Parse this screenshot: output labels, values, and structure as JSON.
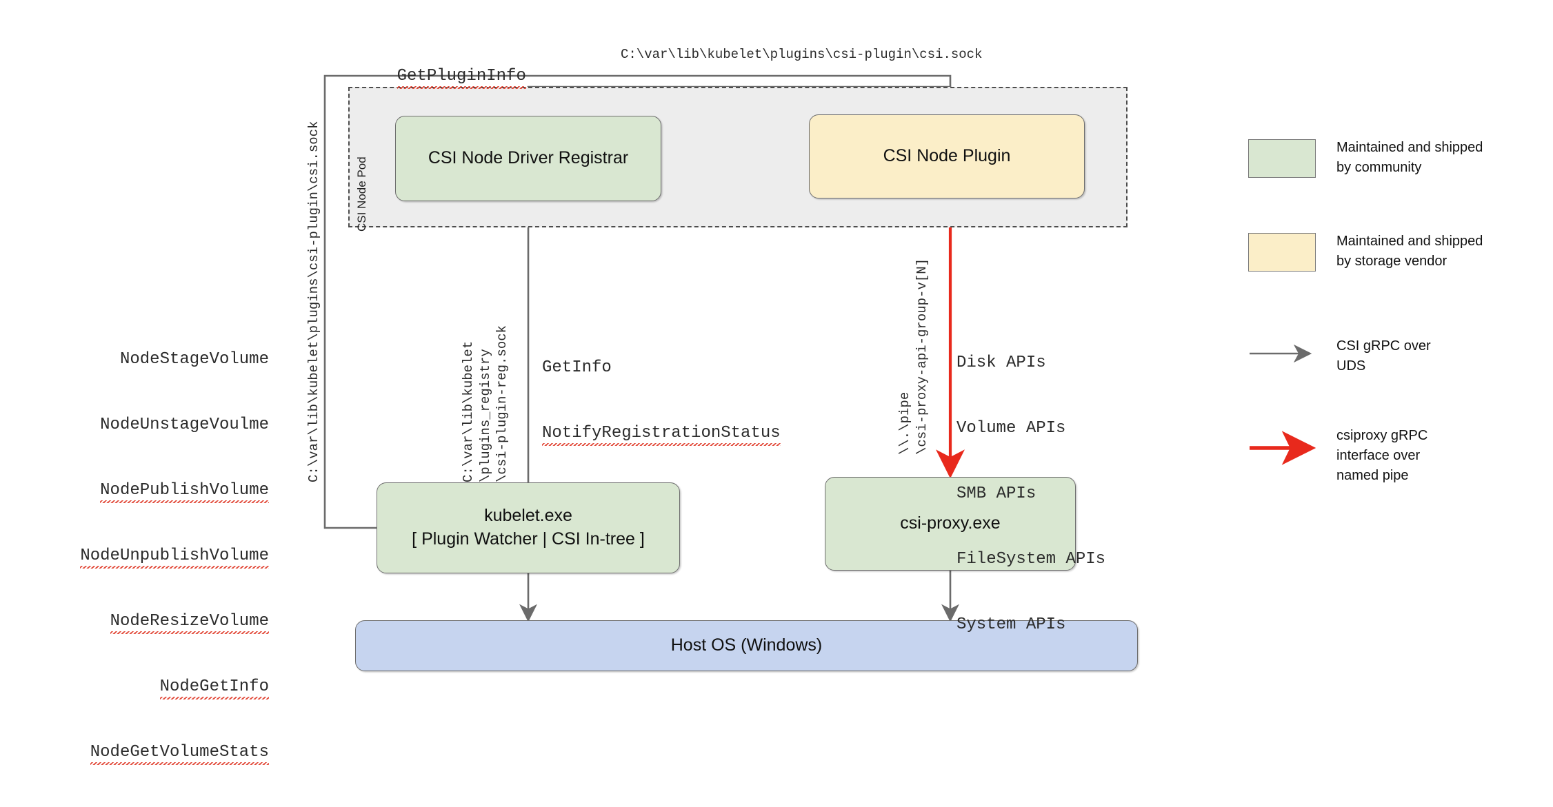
{
  "diagram": {
    "title_labels": {
      "get_plugin_info": "GetPluginInfo",
      "csi_sock_path_top": "C:\\var\\lib\\kubelet\\plugins\\csi-plugin\\csi.sock",
      "registrar_calls": "GetInfo\nNotifyRegistrationStatus",
      "get_info": "GetInfo",
      "notify_registration_status": "NotifyRegistrationStatus"
    },
    "pod": {
      "label": "CSI Node Pod"
    },
    "nodes": {
      "registrar": "CSI Node Driver Registrar",
      "node_plugin": "CSI Node Plugin",
      "kubelet_line1": "kubelet.exe",
      "kubelet_line2": "[ Plugin Watcher | CSI In-tree ]",
      "csi_proxy": "csi-proxy.exe",
      "host_os": "Host OS (Windows)"
    },
    "vertical_labels": {
      "csi_sock": "C:\\var\\lib\\kubelet\\plugins\\csi-plugin\\csi.sock",
      "registry_sock": "C:\\var\\lib\\kubelet\n\\plugins_registry\n\\csi-plugin-reg.sock",
      "named_pipe": "\\\\.\\pipe\n\\csi-proxy-api-group-v[N]"
    },
    "node_rpc_list": [
      "NodeStageVolume",
      "NodeUnstageVoulme",
      "NodePublishVolume",
      "NodeUnpublishVolume",
      "NodeResizeVolume",
      "NodeGetInfo",
      "NodeGetVolumeStats"
    ],
    "api_list": [
      "Disk APIs",
      "Volume APIs",
      "SMB APIs",
      "FileSystem APIs",
      "System APIs"
    ],
    "legend": {
      "swatches": [
        {
          "label": "Maintained and shipped\nby community",
          "color": "#d9e7d1"
        },
        {
          "label": "Maintained and shipped\nby storage vendor",
          "color": "#fbeec8"
        }
      ],
      "arrows": [
        {
          "label": "CSI gRPC over\nUDS",
          "color": "#6b6b6b"
        },
        {
          "label": "csiproxy gRPC\ninterface over\nnamed pipe",
          "color": "#e8291c"
        }
      ]
    },
    "colors": {
      "community_green": "#d9e7d1",
      "vendor_yellow": "#fbeec8",
      "host_blue": "#c6d4ef",
      "pod_gray": "#ededed",
      "wire_gray": "#6b6b6b",
      "wire_red": "#e8291c"
    }
  }
}
